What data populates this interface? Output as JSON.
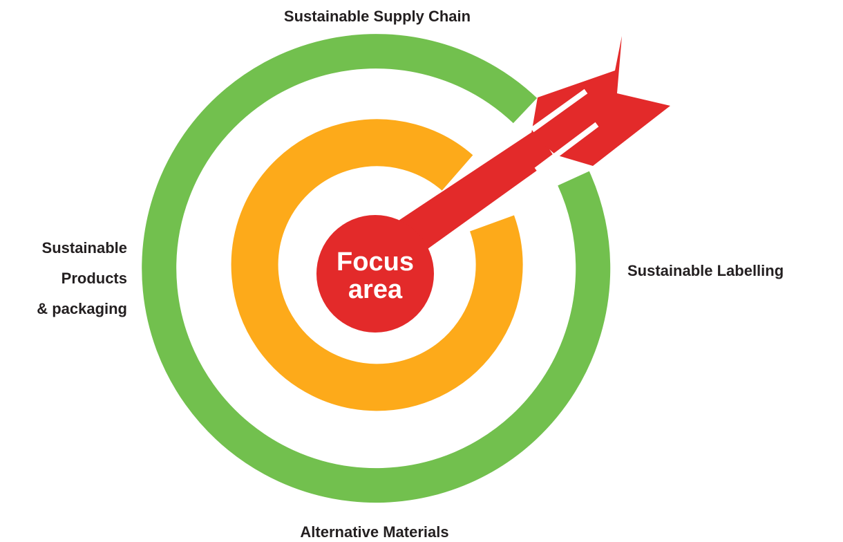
{
  "labels": {
    "top": "Sustainable Supply Chain",
    "right": "Sustainable Labelling",
    "bottom": "Alternative Materials",
    "left": [
      "Sustainable",
      "Products",
      "& packaging"
    ]
  },
  "center": {
    "line1": "Focus",
    "line2": "area"
  },
  "colors": {
    "outer_ring": "#72c04e",
    "middle_ring": "#fdaa1a",
    "bullseye": "#e32a2a",
    "arrow": "#e32a2a",
    "label_text": "#231f20",
    "center_text": "#ffffff"
  },
  "icons": {
    "arrow": "dart-arrow-icon",
    "target": "bullseye-target-icon"
  }
}
